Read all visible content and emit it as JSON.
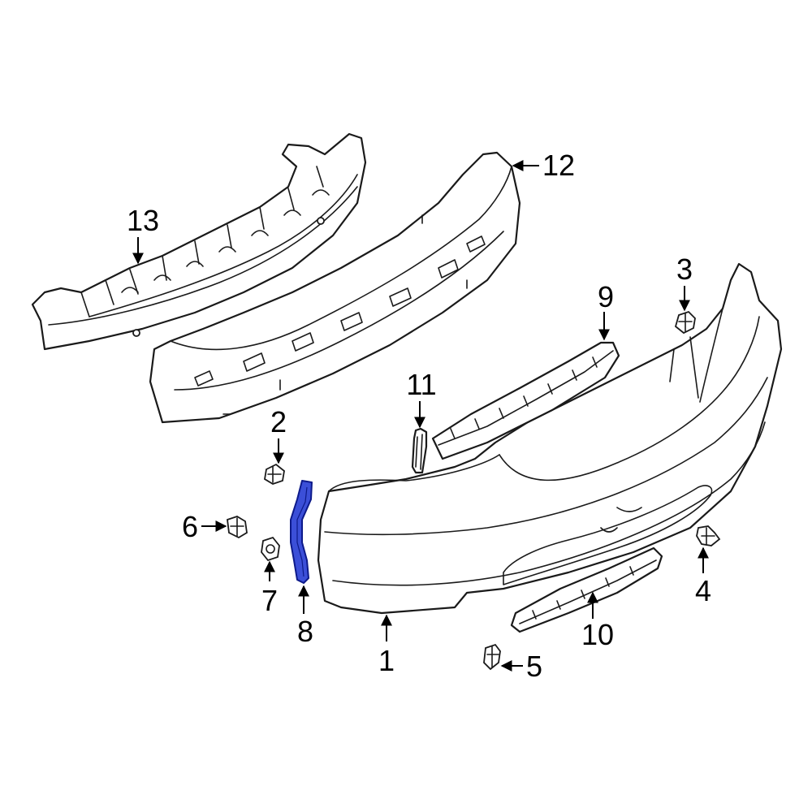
{
  "diagram": {
    "highlight_color": "#3b4fd8",
    "callouts": [
      {
        "id": "1",
        "label": "1"
      },
      {
        "id": "2",
        "label": "2"
      },
      {
        "id": "3",
        "label": "3"
      },
      {
        "id": "4",
        "label": "4"
      },
      {
        "id": "5",
        "label": "5"
      },
      {
        "id": "6",
        "label": "6"
      },
      {
        "id": "7",
        "label": "7"
      },
      {
        "id": "8",
        "label": "8"
      },
      {
        "id": "9",
        "label": "9"
      },
      {
        "id": "10",
        "label": "10"
      },
      {
        "id": "11",
        "label": "11"
      },
      {
        "id": "12",
        "label": "12"
      },
      {
        "id": "13",
        "label": "13"
      }
    ]
  }
}
